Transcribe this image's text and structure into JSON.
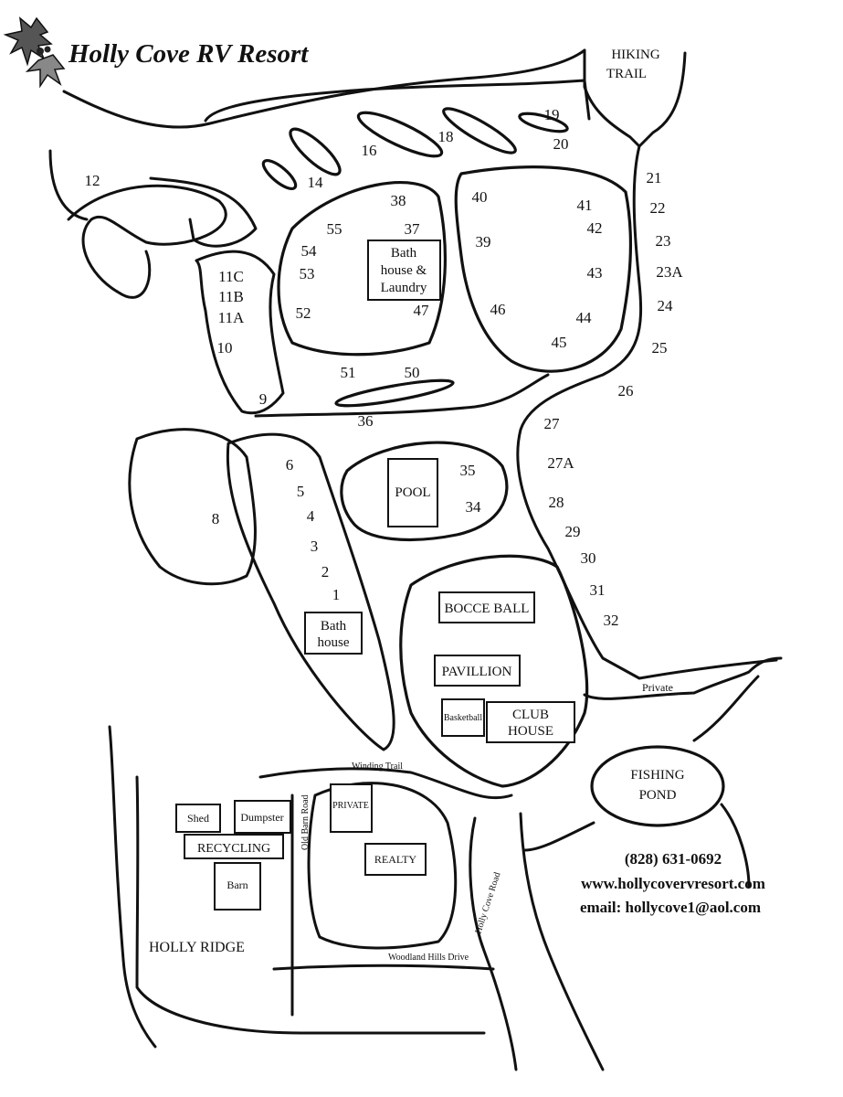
{
  "title": "Holly Cove RV Resort",
  "landmarks": {
    "hiking_trail": [
      "HIKING",
      "TRAIL"
    ],
    "pool": "POOL",
    "bath_laundry": [
      "Bath",
      "house &",
      "Laundry"
    ],
    "bath_house": [
      "Bath",
      "house"
    ],
    "bocce": "BOCCE BALL",
    "pavillion": "PAVILLION",
    "basketball": "Basketball",
    "club_house": [
      "CLUB",
      "HOUSE"
    ],
    "fishing_pond": [
      "FISHING",
      "POND"
    ],
    "private_road": "Private",
    "private_bldg": "PRIVATE",
    "realty": "REALTY",
    "shed": "Shed",
    "dumpster": "Dumpster",
    "recycling": "RECYCLING",
    "barn": "Barn",
    "holly_ridge": "HOLLY RIDGE"
  },
  "roads": {
    "winding_trail": "Winding Trail",
    "old_barn_road": "Old Barn Road",
    "holly_cove_road": "Holly Cove Road",
    "woodland_hills": "Woodland Hills Drive"
  },
  "sites": [
    "1",
    "2",
    "3",
    "4",
    "5",
    "6",
    "8",
    "9",
    "10",
    "11A",
    "11B",
    "11C",
    "12",
    "14",
    "16",
    "18",
    "19",
    "20",
    "21",
    "22",
    "23",
    "23A",
    "24",
    "25",
    "26",
    "27",
    "27A",
    "28",
    "29",
    "30",
    "31",
    "32",
    "34",
    "35",
    "36",
    "37",
    "38",
    "39",
    "40",
    "41",
    "42",
    "43",
    "44",
    "45",
    "46",
    "47",
    "50",
    "51",
    "52",
    "53",
    "54",
    "55"
  ],
  "contact": {
    "phone": "(828) 631-0692",
    "web": "www.hollycovervresort.com",
    "email": "email: hollycove1@aol.com"
  }
}
